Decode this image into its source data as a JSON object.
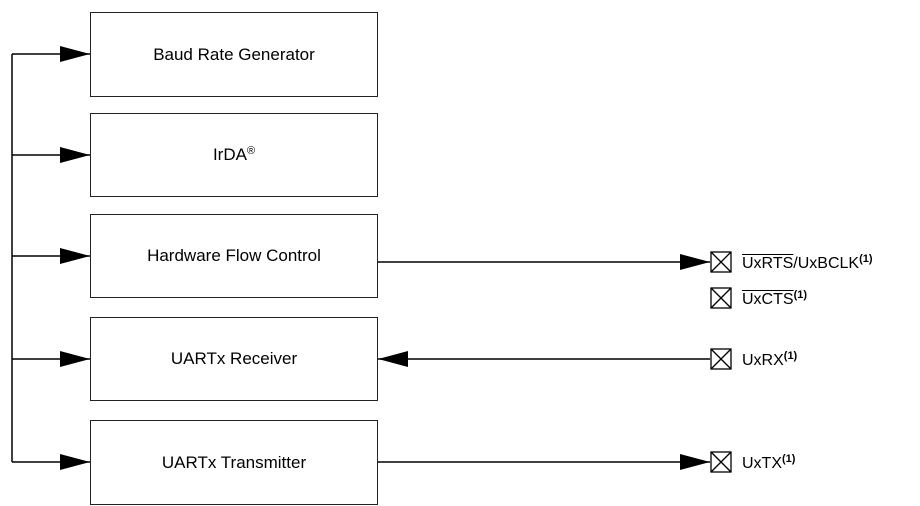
{
  "blocks": {
    "baud": "Baud Rate Generator",
    "irda": "IrDA",
    "irda_mark": "®",
    "flow": "Hardware Flow Control",
    "receiver": "UARTx Receiver",
    "transmitter": "UARTx Transmitter"
  },
  "pins": {
    "rts": "UxRTS",
    "rts_alt": "/UxBCLK",
    "cts": "UxCTS",
    "rx": "UxRX",
    "tx": "UxTX",
    "note": "(1)"
  }
}
